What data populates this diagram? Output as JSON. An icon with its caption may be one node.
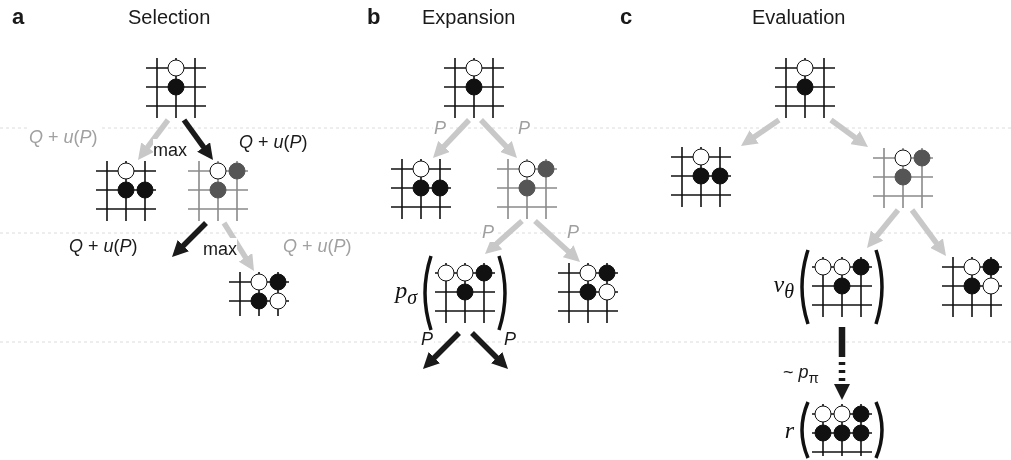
{
  "diagram": {
    "nodes": [
      {
        "text": [],
        "shape": "picture"
      },
      {
        "text": [],
        "shape": "picture"
      },
      {
        "text": [],
        "shape": "picture"
      },
      {
        "text": [],
        "shape": "picture"
      },
      {
        "text": [],
        "shape": "picture"
      },
      {
        "text": [],
        "shape": "picture"
      },
      {
        "text": [],
        "shape": "picture"
      },
      {
        "text": [
          "p$_{σ}$"
        ]
      },
      {
        "text": [],
        "shape": "picture"
      },
      {
        "text": [],
        "shape": "picture"
      },
      {
        "text": [],
        "shape": "picture"
      },
      {
        "text": [],
        "shape": "picture"
      },
      {
        "text": [
          "ν$_{θ}$"
        ]
      },
      {
        "text": [],
        "shape": "picture"
      },
      {
        "text": [
          "r"
        ]
      }
    ],
    "edges": [
      {
        "from": 0,
        "to": 1,
        "arrow": "to",
        "label": "*Q* + *u*(*P*)"
      },
      {
        "from": 0,
        "to": 2,
        "arrow": "to",
        "label": "*Q* + *u*(*P*)",
        "color": "#1a1a1a"
      },
      {
        "from": 2,
        "to": null,
        "arrow": "to",
        "label": "*Q* + *u*(*P*)",
        "color": "#1a1a1a"
      },
      {
        "from": 2,
        "to": 3,
        "arrow": "to",
        "label": "*Q* + *u*(*P*)"
      },
      {
        "from": 4,
        "to": 5,
        "arrow": "to",
        "label": "P"
      },
      {
        "from": 4,
        "to": 6,
        "arrow": "to",
        "label": "P"
      },
      {
        "from": 6,
        "to": 7,
        "arrow": "to",
        "label": "P"
      },
      {
        "from": 6,
        "to": 8,
        "arrow": "to",
        "label": "P"
      },
      {
        "from": 7,
        "to": null,
        "arrow": "to",
        "label": "P",
        "color": "#1a1a1a"
      },
      {
        "from": 7,
        "to": null,
        "arrow": "to",
        "label": "P",
        "color": "#1a1a1a"
      },
      {
        "from": 9,
        "to": 10,
        "arrow": "to"
      },
      {
        "from": 9,
        "to": 11,
        "arrow": "to"
      },
      {
        "from": 11,
        "to": 12,
        "arrow": "to"
      },
      {
        "from": 11,
        "to": 13,
        "arrow": "to"
      },
      {
        "from": 12,
        "to": 14,
        "arrow": "to",
        "label": "~ *p*$_{π}$",
        "style": "dashed",
        "color": "#1a1a1a"
      }
    ],
    "labels": [
      "a",
      "Selection",
      "b",
      "Expansion",
      "c",
      "Evaluation",
      "max",
      "max"
    ]
  }
}
